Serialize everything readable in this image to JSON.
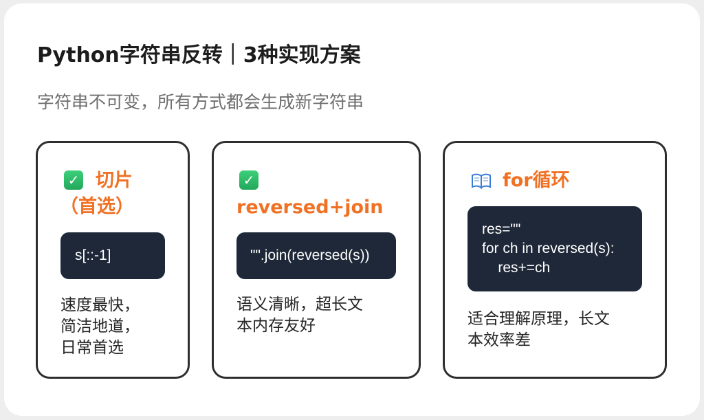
{
  "header": {
    "title": "Python字符串反转｜3种实现方案",
    "subtitle": "字符串不可变，所有方式都会生成新字符串"
  },
  "cards": [
    {
      "icon": "check-mark-icon",
      "heading_line1": "切片",
      "heading_line2": "（首选）",
      "code": [
        "s[::-1]"
      ],
      "desc_lines": [
        "速度最快，",
        "简洁地道，",
        "日常首选"
      ]
    },
    {
      "icon": "check-mark-icon",
      "heading": "reversed+join",
      "code": [
        "\"\".join(reversed(s))"
      ],
      "desc_lines": [
        "语义清晰，超长文",
        "本内存友好"
      ]
    },
    {
      "icon": "open-book-icon",
      "heading": "for循环",
      "code": [
        "res=\"\"",
        "for ch in reversed(s):",
        "    res+=ch"
      ],
      "desc_lines": [
        "适合理解原理，长文",
        "本效率差"
      ]
    }
  ],
  "colors": {
    "accent": "#f07124",
    "code_bg": "#1e2838",
    "card_border": "#2e2e2e",
    "check": "#22a85b"
  }
}
